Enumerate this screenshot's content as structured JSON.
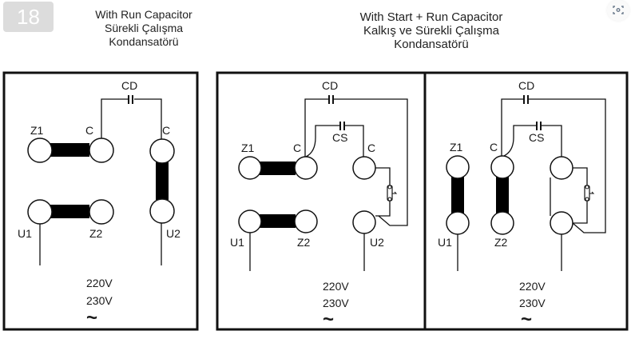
{
  "badge": {
    "number": "18"
  },
  "titles": {
    "run": [
      "With Run Capacitor",
      "Sürekli Çalışma",
      "Kondansatörü"
    ],
    "start_run": [
      "With Start + Run Capacitor",
      "Kalkış ve Sürekli Çalışma",
      "Kondansatörü"
    ]
  },
  "lens_icon": {
    "name": "visual-search-icon"
  },
  "panels": {
    "run": {
      "capacitor": "CD",
      "terminals": {
        "z1": "Z1",
        "c_top": "C",
        "c_right": "C",
        "u1": "U1",
        "z2": "Z2",
        "u2": "U2"
      },
      "voltage": [
        "220V",
        "230V"
      ],
      "ac_symbol": "~"
    },
    "start_run_a": {
      "capacitor_run": "CD",
      "capacitor_start": "CS",
      "terminals": {
        "z1": "Z1",
        "c_top": "C",
        "c_right": "C",
        "u1": "U1",
        "z2": "Z2",
        "u2": "U2"
      },
      "voltage": [
        "220V",
        "230V"
      ],
      "ac_symbol": "~"
    },
    "start_run_b": {
      "capacitor_run": "CD",
      "capacitor_start": "CS",
      "terminals": {
        "z1": "Z1",
        "c": "C",
        "u1": "U1",
        "z2": "Z2"
      },
      "voltage": [
        "220V",
        "230V"
      ],
      "ac_symbol": "~"
    }
  }
}
